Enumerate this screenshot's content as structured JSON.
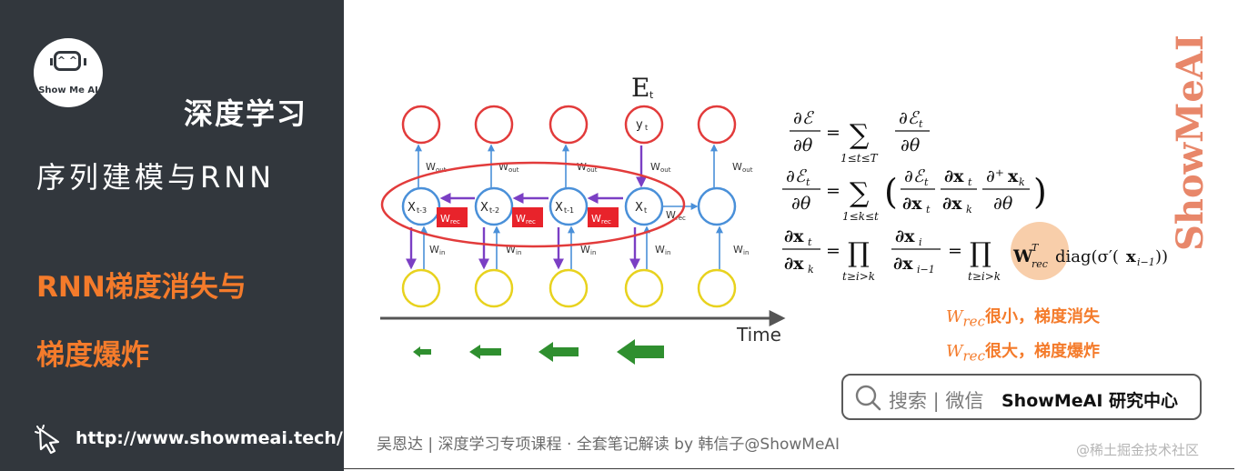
{
  "logo": {
    "text": "Show Me AI",
    "face": "^ ^"
  },
  "sidebar": {
    "course_title": "深度学习",
    "chapter_title": "序列建模与RNN",
    "section_line1": "RNN梯度消失与",
    "section_line2": "梯度爆炸",
    "url": "http://www.showmeai.tech/"
  },
  "diagram": {
    "error_label": "E",
    "error_subscript": "t",
    "y_label": "y",
    "y_subscript": "t",
    "hidden_labels": [
      {
        "main": "X",
        "sub": "t-3"
      },
      {
        "main": "X",
        "sub": "t-2"
      },
      {
        "main": "X",
        "sub": "t-1"
      },
      {
        "main": "X",
        "sub": "t"
      }
    ],
    "w_out": "W",
    "w_out_sub": "out",
    "w_in": "W",
    "w_in_sub": "in",
    "w_rec": "W",
    "w_rec_sub": "rec",
    "time_label": "Time"
  },
  "notes": {
    "small": "很小，梯度消失",
    "large": "很大，梯度爆炸",
    "symbol": "W",
    "symbol_sub": "rec"
  },
  "search": {
    "label": "搜索 | 微信",
    "brand": "ShowMeAI 研究中心"
  },
  "credit": "吴恩达 | 深度学习专项课程 · 全套笔记解读  by 韩信子@ShowMeAI",
  "watermark": "@稀土掘金技术社区",
  "brand_vertical": "ShowMeAI",
  "colors": {
    "sidebar": "#32373d",
    "accent": "#f47b2b",
    "node_red": "#e23b3b",
    "node_blue": "#4a90d9",
    "node_yellow": "#e8d21e",
    "arrow_purple": "#7b3fc4",
    "arrow_green": "#2f8f2f",
    "wrec_red": "#e8232b"
  }
}
